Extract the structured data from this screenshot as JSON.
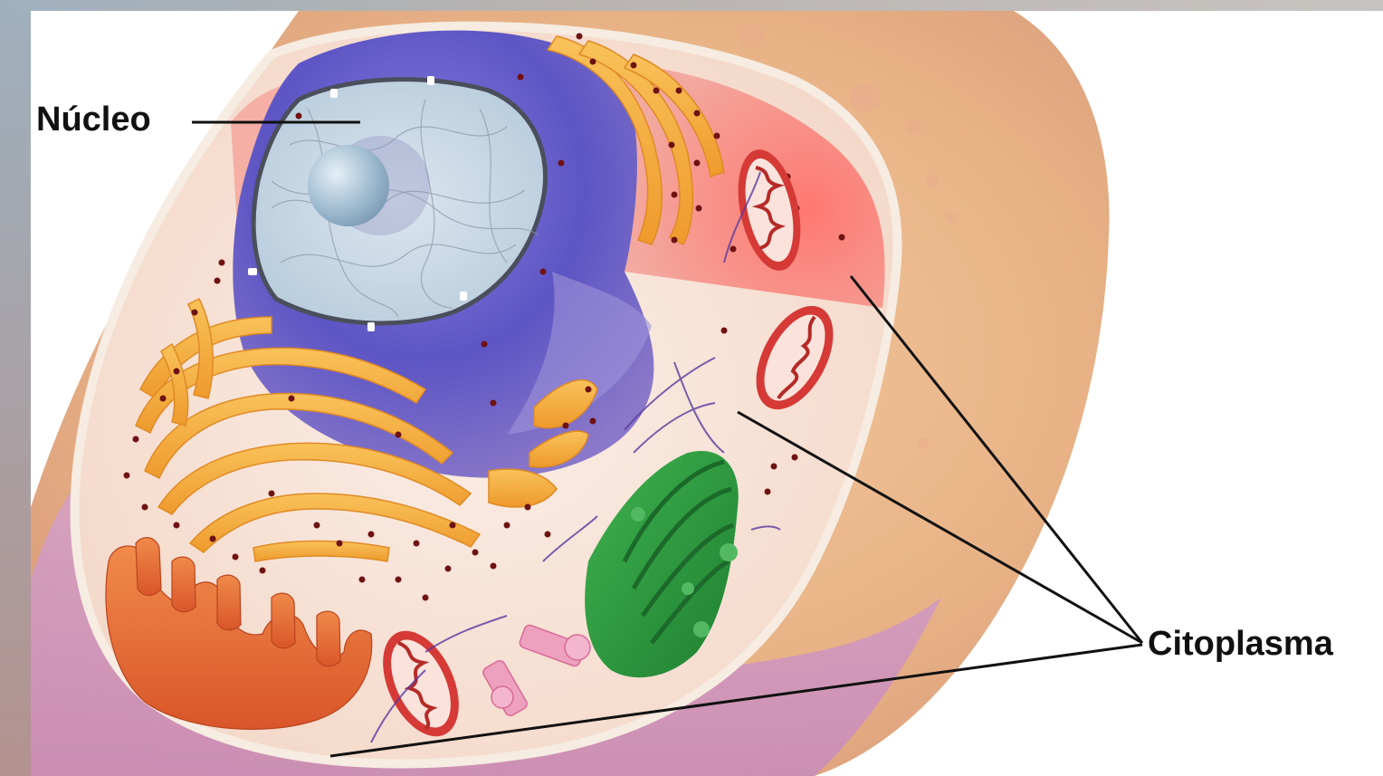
{
  "labels": {
    "nucleus": "Núcleo",
    "cytoplasm": "Citoplasma"
  },
  "colors": {
    "background": "#ffffff",
    "outer_cell_body": "#e9b384",
    "cytoplasm": "#f7e1d6",
    "nuclear_envelope": "#5a52b8",
    "nucleoplasm": "#c9d8e6",
    "nucleolus": "#a9c4d6",
    "endoplasmic_reticulum": "#f3a93a",
    "golgi_apparatus": "#2f9c3f",
    "mitochondria": "#d53a36",
    "smooth_er": "#e8672f",
    "centrioles": "#e87aa6",
    "ribosome_dots": "#7a1414",
    "label_text": "#111111",
    "leader_lines": "#111111"
  },
  "icons": {
    "diagram": "animal-cell-cross-section"
  }
}
